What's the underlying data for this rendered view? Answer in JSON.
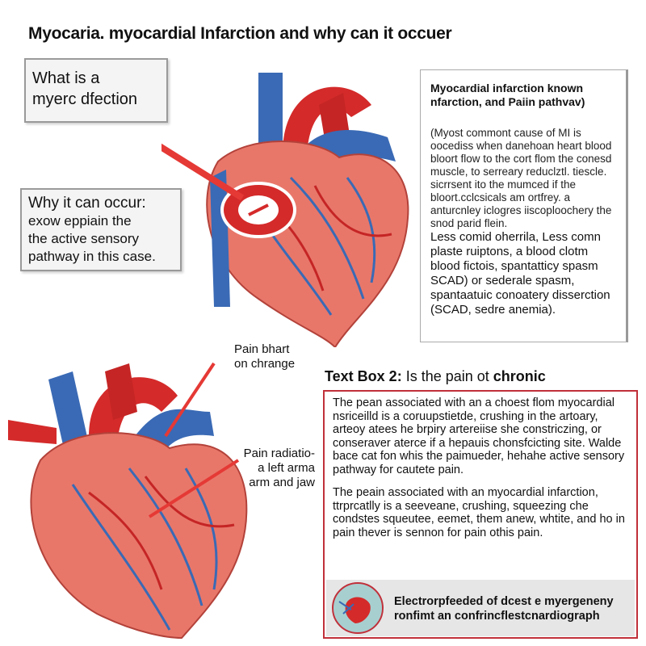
{
  "title": "Myocaria. myocardial Infarction and why can it occuer",
  "callouts": {
    "what": {
      "line1": "What is a",
      "line2": "myerc dfection"
    },
    "why": {
      "heading": "Why it can occur:",
      "line1": "exow eppiain the",
      "line2": "the active sensory",
      "line3": "pathway in this case."
    }
  },
  "right_box": {
    "heading1": "Myocardial infarction known",
    "heading2": "nfarction, and Paiin pathvav)",
    "para1": "(Myost commont cause of MI is oocediss when danehoan heart blood bloort flow to the cort flom the conesd muscle, to serreary reduclztl. tiescle. sicrrsent ito the mumced if the bloort.cclcsicals am ortfrey. a anturcnley iclogres iiscoploochery the snod parid flein.",
    "para2": "Less comid oherrila, Less comn plaste ruiptons, a blood clotm blood fictois, spantatticy spasm SCAD) or sederale spasm, spantaatuic conoatery disserction (SCAD, sedre anemia)."
  },
  "labels": {
    "pain_chart": {
      "line1": "Pain bhart",
      "line2": "on chrange"
    },
    "radiation": {
      "line1": "Pain radiatio-",
      "line2": "a left arma",
      "line3": "arm and jaw"
    }
  },
  "text_box_2": {
    "heading_bold": "Text Box 2:",
    "heading_rest": "Is the pain ot",
    "heading_end": "chronic",
    "para1": "The pean associated with an a choest flom myocardial nsriceilld is a coruupstietde, crushing in the artoary, arteoy atees he brpiry artereiise she constriczing, or conseraver aterce if a hepauis chonsfcicting site. Walde bace cat fon whis the paimueder, hehahe active sensory pathway for cautete pain.",
    "para2": "The peain associated with an myocardial infarction, ttrprcatlly is a seeveane, crushing, squeezing che condstes squeutee, eemet, them anew, whtite, and ho in pain thever is sennon for pain othis pain.",
    "ecg_line1": "Electrorpfeeded of dcest e myergeneny",
    "ecg_line2": "ronfimt an confrincflestcnardiograph"
  },
  "colors": {
    "artery_red": "#d42a2a",
    "vein_blue": "#3a6ab5",
    "heart_muscle": "#e8776a",
    "border_red": "#c0303a"
  }
}
